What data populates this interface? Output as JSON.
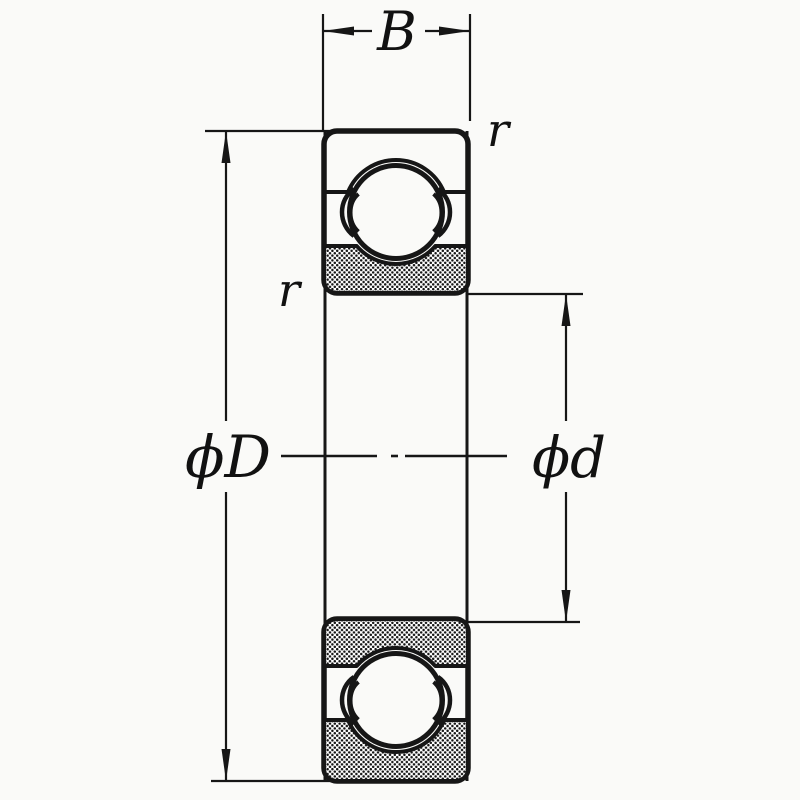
{
  "page": {
    "background": "#fafaf8",
    "ink_color": "#161616",
    "subject": "ball-bearing-cross-section-drawing"
  },
  "diagram": {
    "labels": {
      "width_dim": "B",
      "outer_diameter_dim": "ϕD",
      "bore_diameter_dim": "ϕd",
      "fillet_radius_top": "r",
      "fillet_radius_left": "r"
    }
  }
}
